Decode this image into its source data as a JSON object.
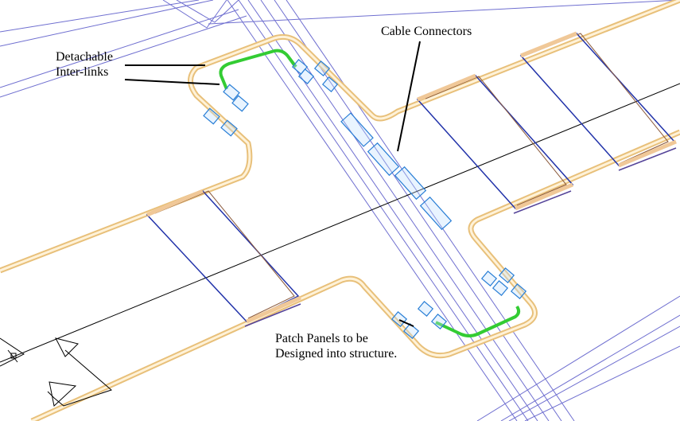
{
  "labels": {
    "interlinks": [
      "Detachable",
      "Inter-links"
    ],
    "cable_connectors": "Cable Connectors",
    "patch_panels": [
      "Patch Panels to be",
      "Designed into structure."
    ]
  },
  "colors": {
    "background": "#ffffff",
    "tray_outline": "#e8c07a",
    "tray_fill": "#f6dfb4",
    "interlink_green": "#33cc33",
    "connector_blue": "#2a7fd6",
    "structure_line": "#6666cc",
    "panel_dark": "#2233aa",
    "panel_brown": "#8b5a3c",
    "leader_line": "#000000"
  },
  "icons": [
    "cable-connector-icon",
    "ucs-axis-icon",
    "patch-panel-icon"
  ]
}
